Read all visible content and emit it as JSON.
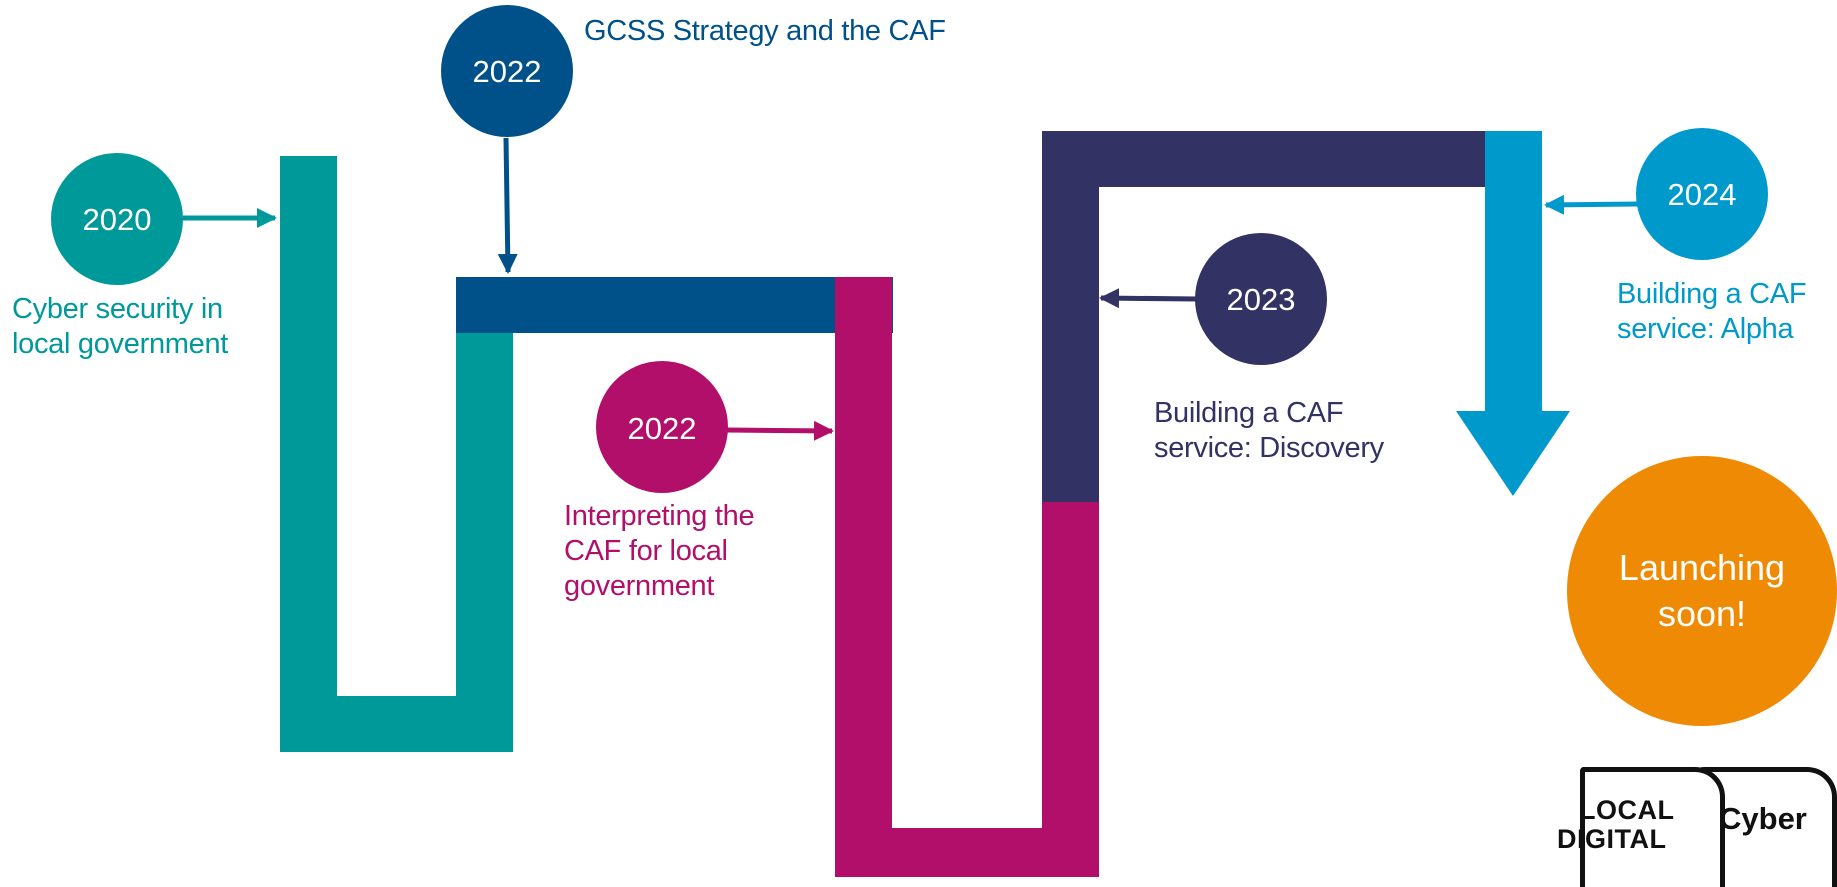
{
  "milestones": [
    {
      "id": "m2020",
      "year": "2020",
      "text_lines": [
        "Cyber security in",
        "local government"
      ],
      "color": "#00999a"
    },
    {
      "id": "m2022a",
      "year": "2022",
      "text_lines": [
        "GCSS Strategy and the CAF"
      ],
      "color": "#005189"
    },
    {
      "id": "m2022b",
      "year": "2022",
      "text_lines": [
        "Interpreting the",
        "CAF for local",
        "government"
      ],
      "color": "#b10f69"
    },
    {
      "id": "m2023",
      "year": "2023",
      "text_lines": [
        "Building a CAF",
        "service: Discovery"
      ],
      "color": "#333264"
    },
    {
      "id": "m2024",
      "year": "2024",
      "text_lines": [
        "Building a CAF",
        "service: Alpha"
      ],
      "color": "#0099cc"
    }
  ],
  "launch": {
    "text": "Launching soon!",
    "color": "#ef8a04"
  },
  "logo": {
    "line1": "LOCAL",
    "line2": "DIGITAL",
    "tag": "Cyber"
  }
}
